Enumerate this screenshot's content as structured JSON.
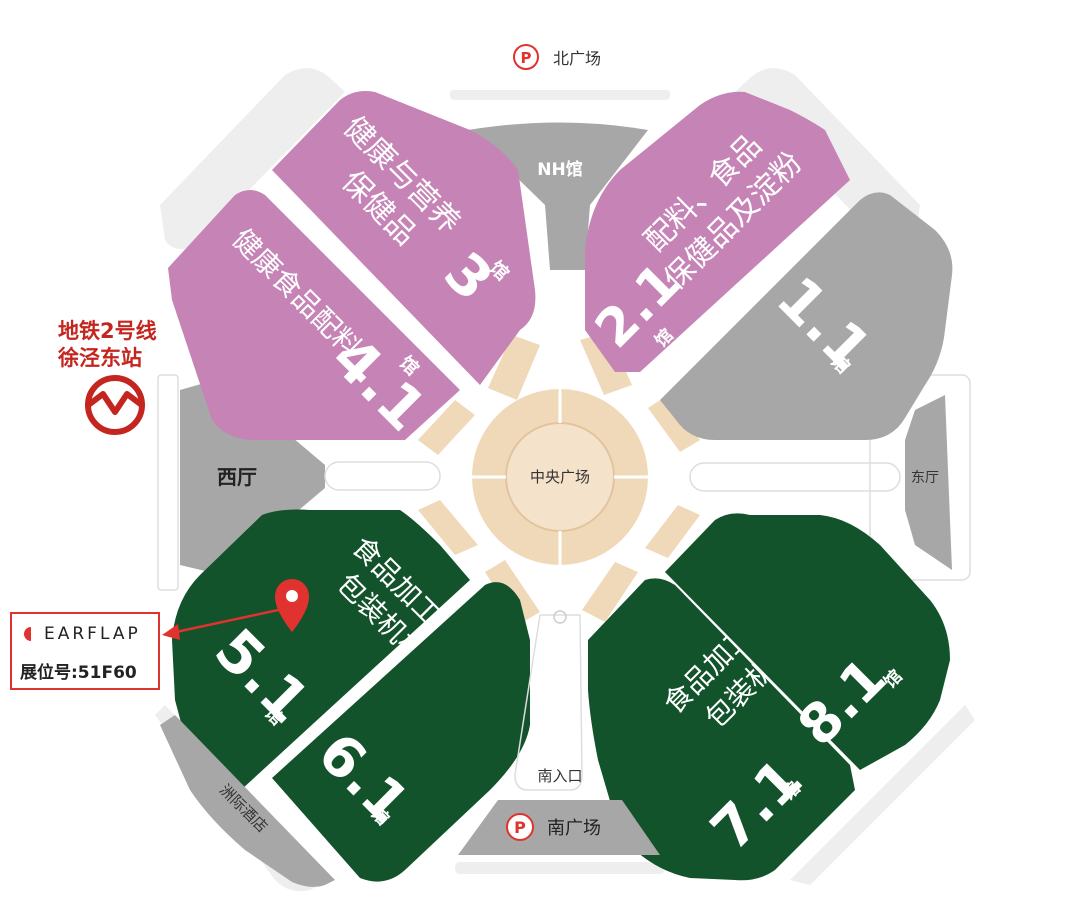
{
  "map": {
    "north_plaza": "北广场",
    "south_plaza": "南广场",
    "south_entrance": "南入口",
    "central_plaza": "中央广场",
    "nh_hall": "NH馆",
    "west_hall": "西厅",
    "east_hall": "东厅",
    "hotel": "洲际酒店",
    "parking_symbol": "P",
    "metro": {
      "line1": "地铁2号线",
      "line2": "徐泾东站"
    },
    "halls": [
      {
        "id": "3",
        "line1": "健康与营养",
        "line2": "保健品",
        "number": "3",
        "suffix": "馆"
      },
      {
        "id": "4.1",
        "line1": "健康食品配料",
        "number": "4.1",
        "suffix": "馆"
      },
      {
        "id": "2.1",
        "line1": "配料、食品",
        "line2": "保健品及淀粉",
        "number": "2.1",
        "suffix": "馆"
      },
      {
        "id": "1.1",
        "number": "1.1",
        "suffix": "馆"
      },
      {
        "id": "5.1",
        "line1": "食品加工与",
        "line2": "包装机械",
        "number": "5.1",
        "suffix": "馆"
      },
      {
        "id": "6.1",
        "number": "6.1",
        "suffix": "馆"
      },
      {
        "id": "7.1",
        "line1": "食品加工与",
        "line2": "包装机械",
        "number": "7.1",
        "suffix": "馆"
      },
      {
        "id": "8.1",
        "number": "8.1",
        "suffix": "馆"
      }
    ],
    "colors": {
      "purple": "#c683b6",
      "green": "#12532b",
      "grey": "#a7a7a7",
      "tan": "#f0d9b8",
      "red": "#e0322f"
    }
  },
  "exhibitor": {
    "brand": "EARFLAP",
    "booth": "展位号:51F60"
  }
}
